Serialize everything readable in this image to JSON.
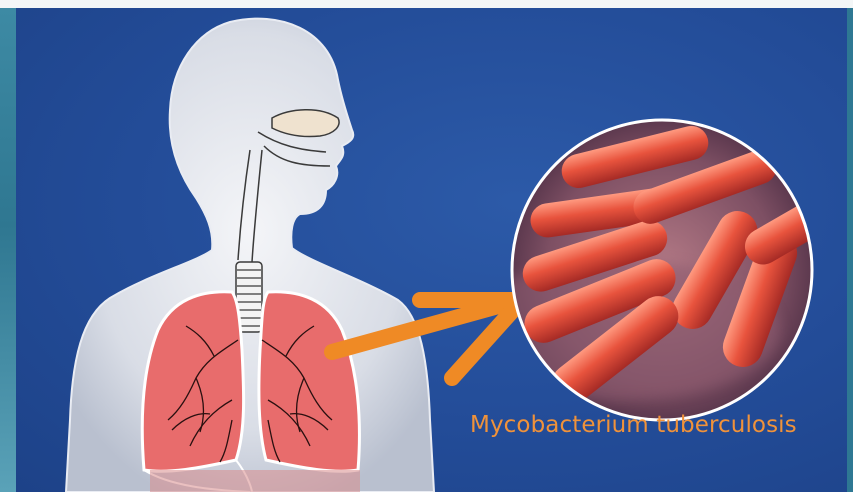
{
  "caption": "Mycobacterium tuberculosis",
  "colors": {
    "background": "#234c98",
    "body_silhouette": "#dde2ea",
    "lungs": "#e96b6b",
    "arrow": "#ef8a25",
    "bacteria": "#e5543e",
    "caption": "#f0923a"
  },
  "icons": [
    "human-silhouette",
    "lungs",
    "arrow",
    "magnified-bacteria"
  ]
}
